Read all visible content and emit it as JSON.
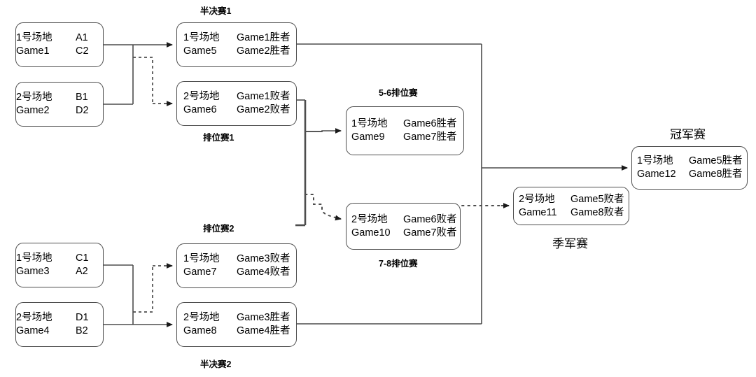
{
  "diagram": {
    "title_labels": [
      {
        "id": "semifinal-1",
        "text": "半决赛1"
      },
      {
        "id": "rank-1",
        "text": "排位赛1"
      },
      {
        "id": "rank-5-6",
        "text": "5-6排位赛"
      },
      {
        "id": "rank-7-8",
        "text": "7-8排位赛"
      },
      {
        "id": "rank-2",
        "text": "排位赛2"
      },
      {
        "id": "semifinal-2",
        "text": "半决赛2"
      },
      {
        "id": "champion",
        "text": "冠军赛"
      },
      {
        "id": "third-place",
        "text": "季军赛"
      }
    ],
    "nodes": {
      "game1": {
        "court": "1号场地",
        "game": "Game1",
        "team_top": "A1",
        "team_bottom": "C2"
      },
      "game2": {
        "court": "2号场地",
        "game": "Game2",
        "team_top": "B1",
        "team_bottom": "D2"
      },
      "game3": {
        "court": "1号场地",
        "game": "Game3",
        "team_top": "C1",
        "team_bottom": "A2"
      },
      "game4": {
        "court": "2号场地",
        "game": "Game4",
        "team_top": "D1",
        "team_bottom": "B2"
      },
      "game5": {
        "court": "1号场地",
        "game": "Game5",
        "team_top": "Game1胜者",
        "team_bottom": "Game2胜者"
      },
      "game6": {
        "court": "2号场地",
        "game": "Game6",
        "team_top": "Game1败者",
        "team_bottom": "Game2败者"
      },
      "game7": {
        "court": "1号场地",
        "game": "Game7",
        "team_top": "Game3败者",
        "team_bottom": "Game4败者"
      },
      "game8": {
        "court": "2号场地",
        "game": "Game8",
        "team_top": "Game3胜者",
        "team_bottom": "Game4胜者"
      },
      "game9": {
        "court": "1号场地",
        "game": "Game9",
        "team_top": "Game6胜者",
        "team_bottom": "Game7胜者"
      },
      "game10": {
        "court": "2号场地",
        "game": "Game10",
        "team_top": "Game6败者",
        "team_bottom": "Game7败者"
      },
      "game11": {
        "court": "2号场地",
        "game": "Game11",
        "team_top": "Game5败者",
        "team_bottom": "Game8败者"
      },
      "game12": {
        "court": "1号场地",
        "game": "Game12",
        "team_top": "Game5胜者",
        "team_bottom": "Game8胜者"
      }
    },
    "colors": {
      "box_border": "#4d4d4d",
      "connector": "#4d4d4d",
      "text": "#000000",
      "background": "#ffffff"
    }
  }
}
